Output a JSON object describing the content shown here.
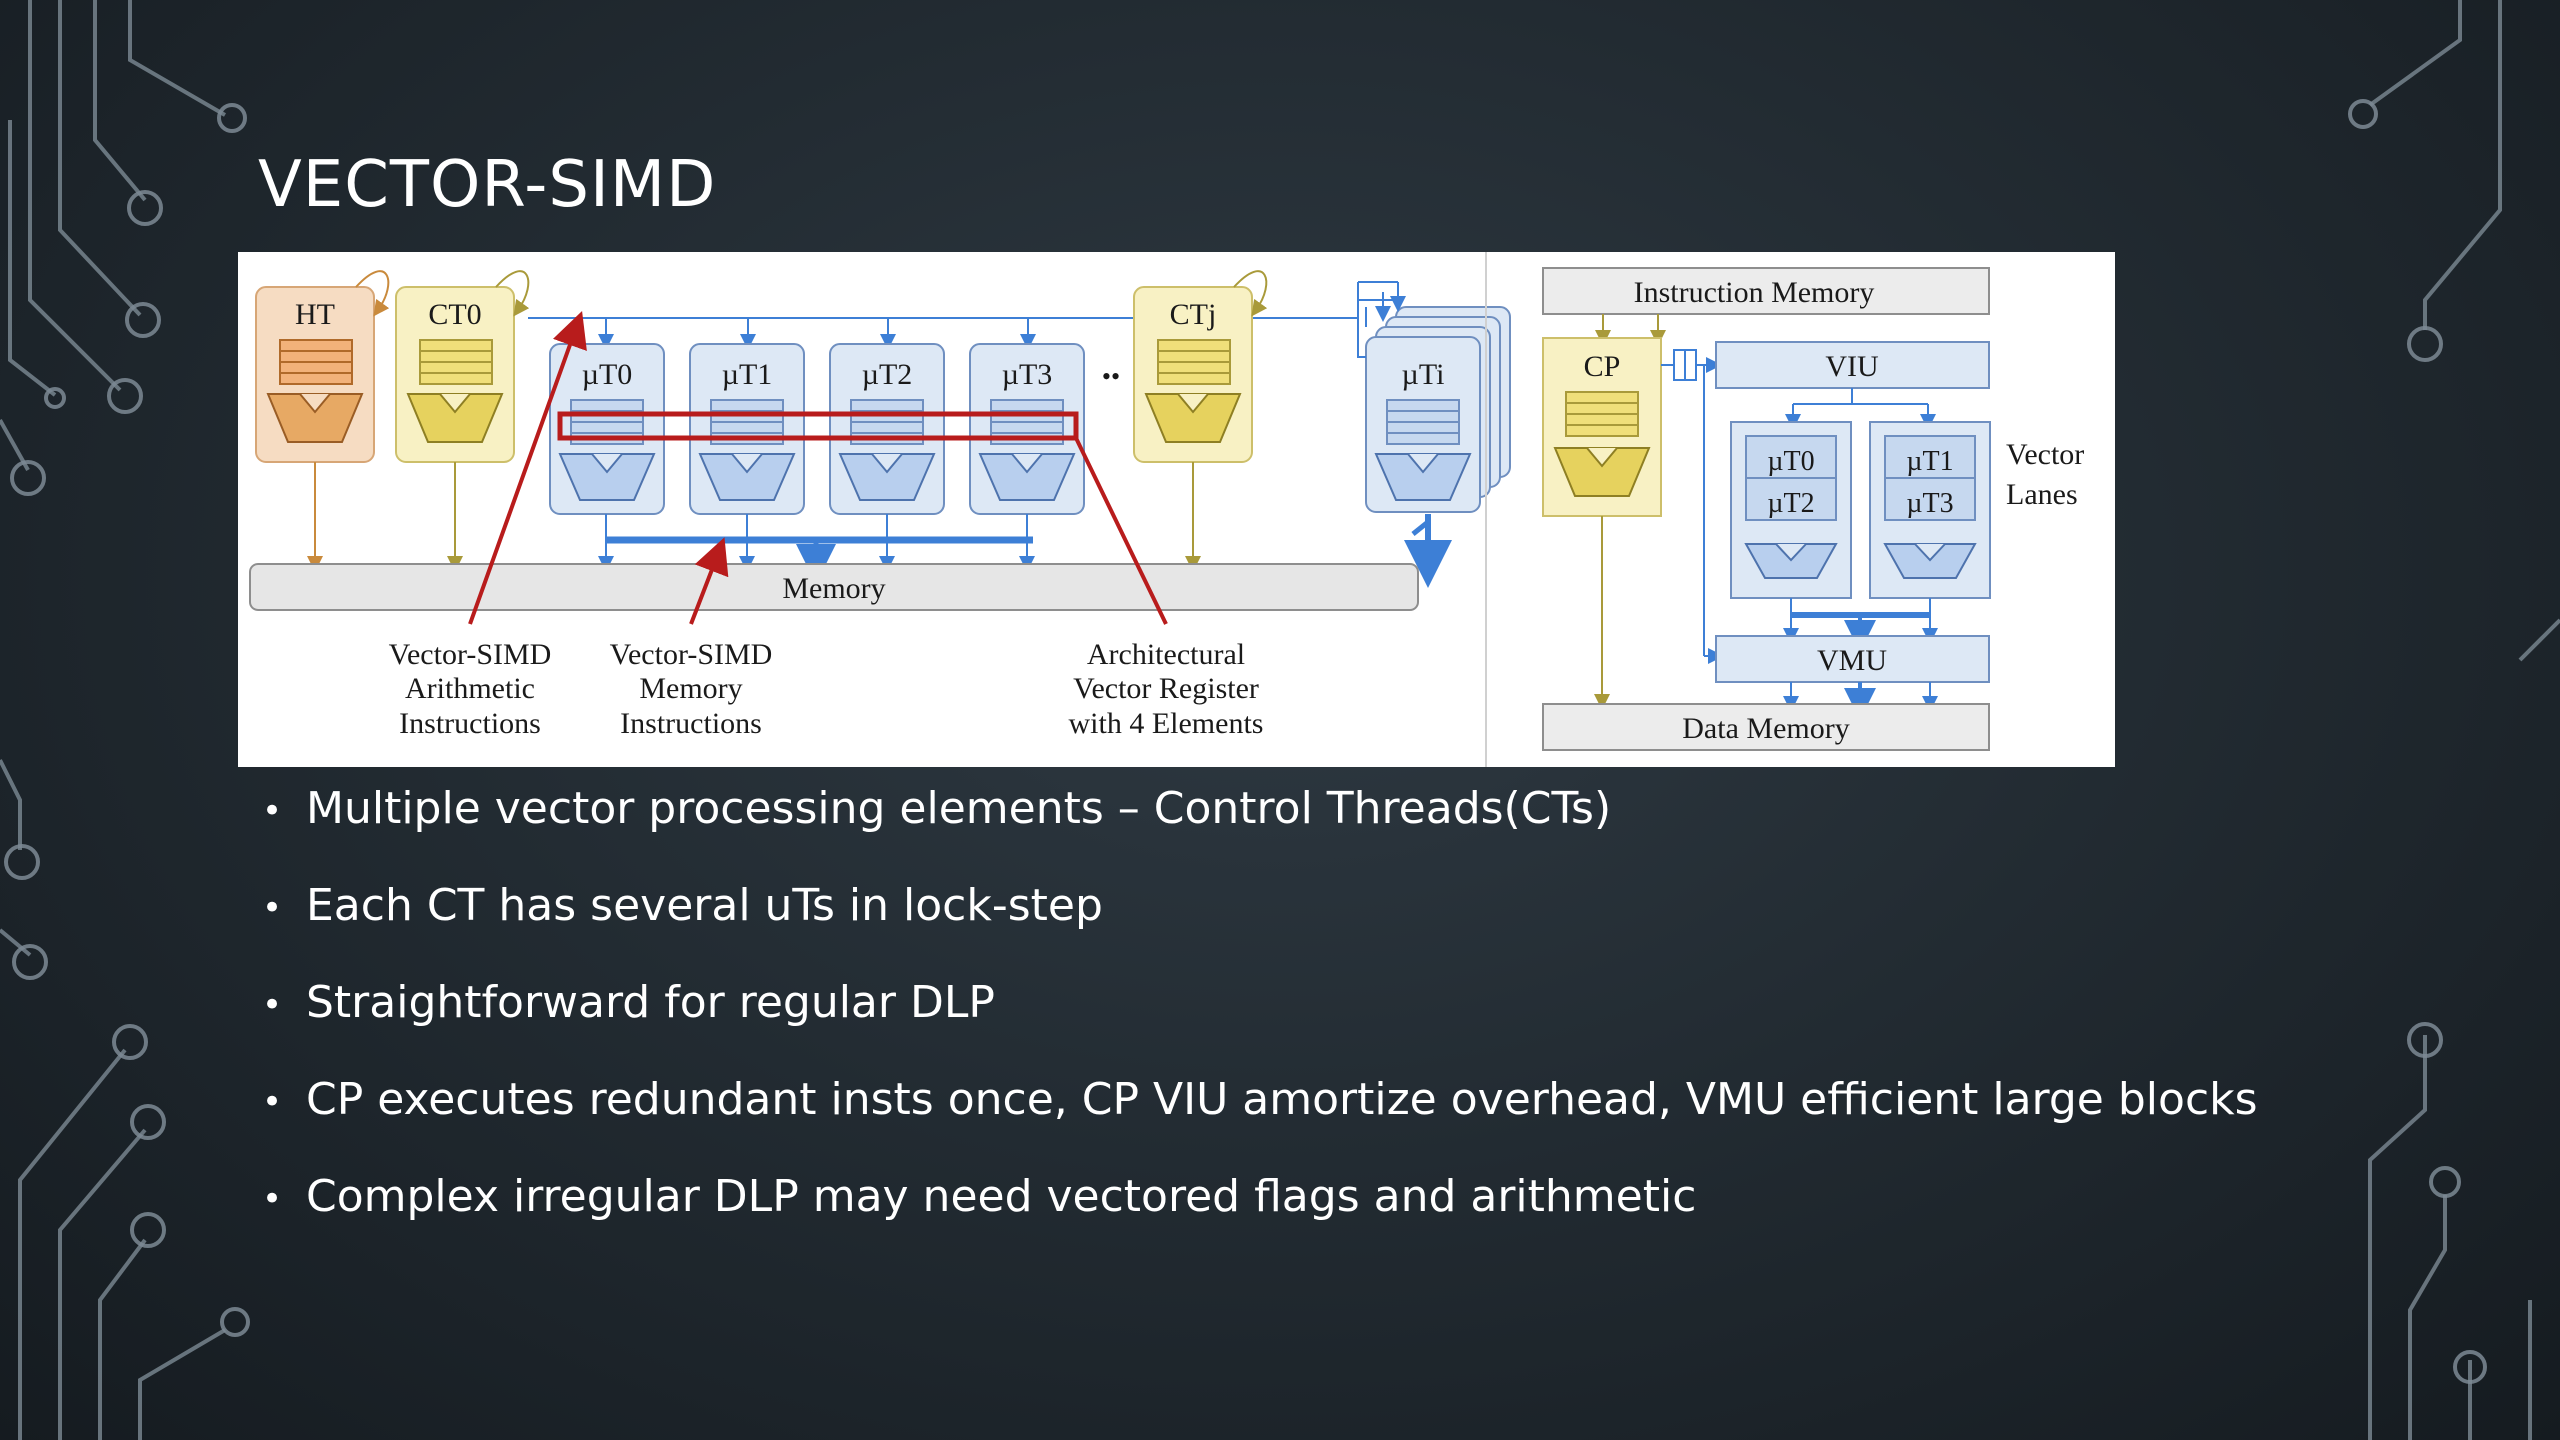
{
  "slide": {
    "title": "VECTOR-SIMD",
    "bullets": [
      "Multiple vector processing elements – Control Threads(CTs)",
      "Each CT has several uTs in lock-step",
      "Straightforward for regular DLP",
      "CP executes redundant insts once, CP VIU amortize overhead, VMU efficient large blocks",
      "Complex irregular DLP may need vectored flags and arithmetic"
    ]
  },
  "diagram": {
    "left": {
      "threads": [
        "HT",
        "CT0",
        "CTj"
      ],
      "micro_threads": [
        "µT0",
        "µT1",
        "µT2",
        "µT3",
        "µTi"
      ],
      "ellipsis": "••",
      "memory_label": "Memory",
      "annotations": [
        [
          "Vector-SIMD",
          "Arithmetic",
          "Instructions"
        ],
        [
          "Vector-SIMD",
          "Memory",
          "Instructions"
        ],
        [
          "Architectural",
          "Vector Register",
          "with 4 Elements"
        ]
      ]
    },
    "right": {
      "instruction_memory": "Instruction Memory",
      "cp": "CP",
      "viu": "VIU",
      "lane_a": [
        "µT0",
        "µT2"
      ],
      "lane_b": [
        "µT1",
        "µT3"
      ],
      "vector_lanes": [
        "Vector",
        "Lanes"
      ],
      "vmu": "VMU",
      "data_memory": "Data Memory"
    }
  },
  "colors": {
    "background": "#1e262d",
    "circuit": "#7c8a94",
    "ht_fill": "#f6dcc2",
    "ct_fill": "#f8f1c4",
    "ut_fill": "#dde8f5",
    "ut_stroke": "#6f8fc0",
    "blue_bus": "#3d7fd6",
    "red_highlight": "#b81c1c",
    "orange": "#c98a3c",
    "olive": "#a99a3a"
  }
}
